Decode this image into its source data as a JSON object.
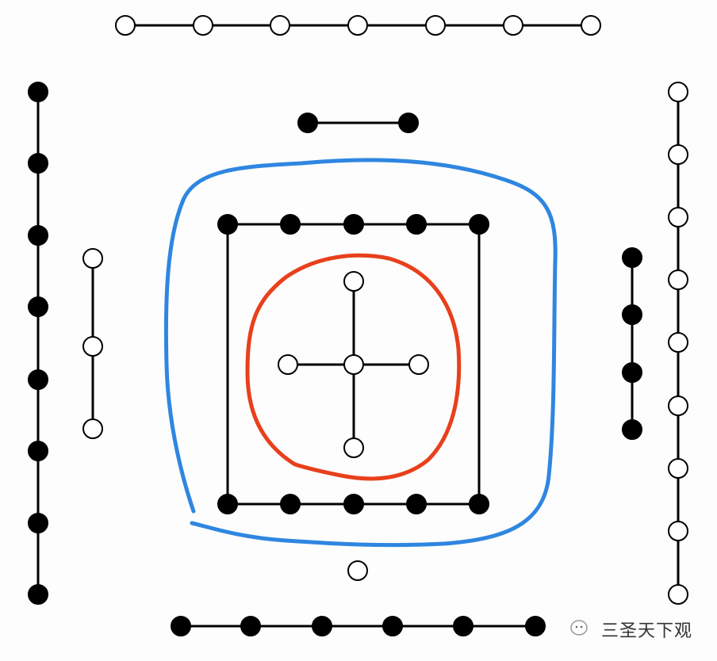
{
  "diagram": {
    "groups": [
      {
        "id": "top",
        "count": 7,
        "fill": "white"
      },
      {
        "id": "left-outer",
        "count": 8,
        "fill": "black"
      },
      {
        "id": "left-inner",
        "count": 3,
        "fill": "white"
      },
      {
        "id": "top-inner",
        "count": 2,
        "fill": "black"
      },
      {
        "id": "square",
        "count": 10,
        "fill": "black"
      },
      {
        "id": "center-cross",
        "count": 5,
        "fill": "white"
      },
      {
        "id": "right-inner",
        "count": 4,
        "fill": "black"
      },
      {
        "id": "right-outer",
        "count": 9,
        "fill": "white"
      },
      {
        "id": "bottom-single",
        "count": 1,
        "fill": "white"
      },
      {
        "id": "bottom",
        "count": 6,
        "fill": "black"
      }
    ],
    "colors": {
      "line": "#000000",
      "dot_dark": "#000000",
      "dot_light": "#ffffff",
      "outer_loop": "#2f86e0",
      "inner_loop": "#e8401c"
    }
  },
  "watermark": {
    "text": "三圣天下观"
  }
}
